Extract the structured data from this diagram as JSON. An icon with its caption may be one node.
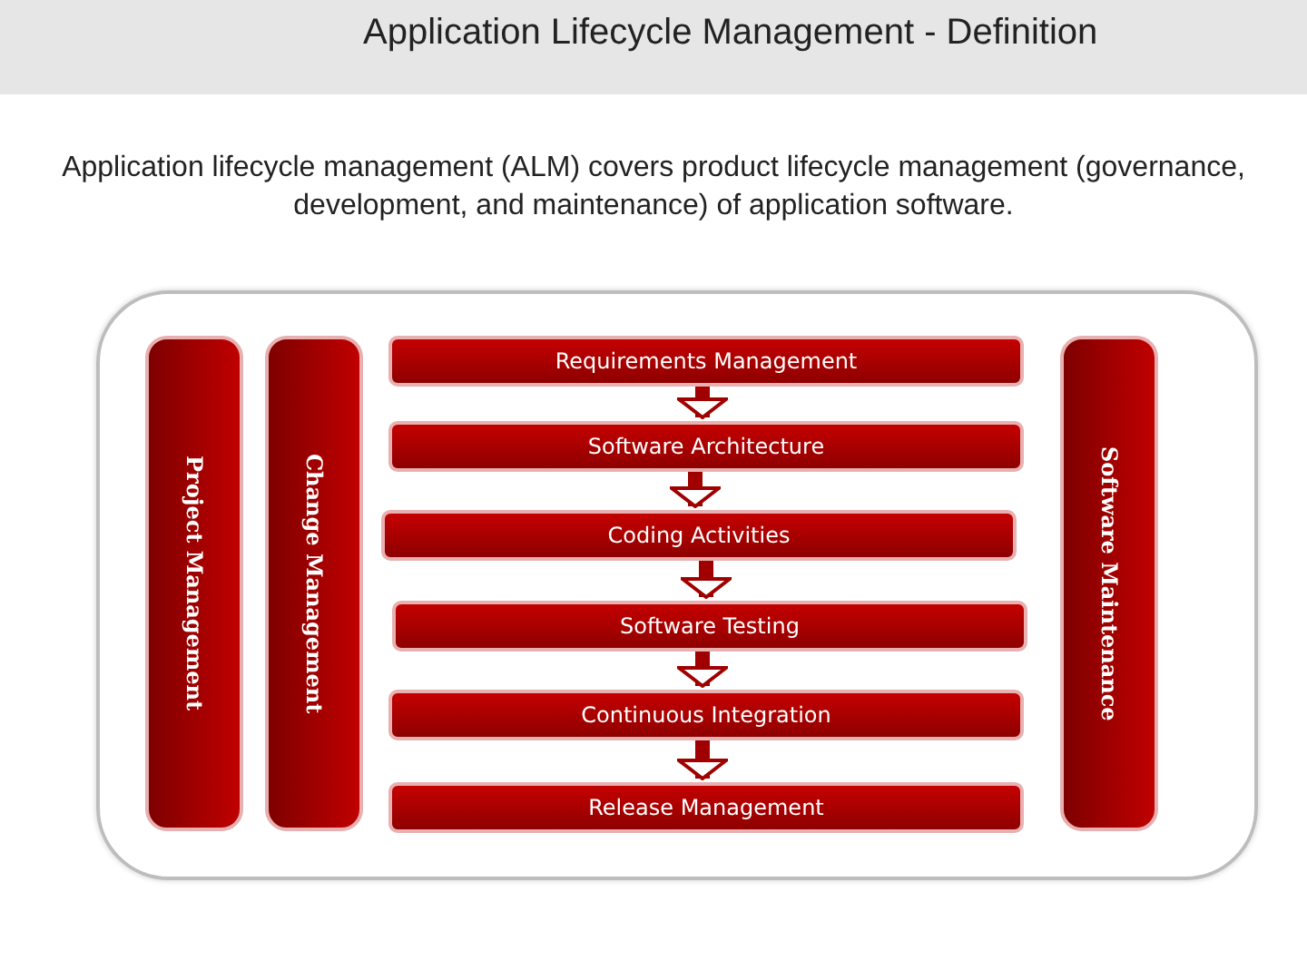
{
  "diagram": {
    "title": "Application Lifecycle Management - Definition",
    "nodes": [
      {
        "text": [],
        "shape": "box"
      },
      {
        "text": [
          "Project Management"
        ],
        "in": 0
      },
      {
        "text": [
          "Change Management"
        ],
        "in": 0
      },
      {
        "text": [
          "Requirements Management"
        ],
        "in": 0
      },
      {
        "text": [
          "Software Architecture"
        ],
        "in": 0
      },
      {
        "text": [
          "Coding Activities"
        ],
        "in": 0
      },
      {
        "text": [
          "Software Testing"
        ],
        "in": 0
      },
      {
        "text": [
          "Continuous Integration"
        ],
        "in": 0
      },
      {
        "text": [
          "Release Management"
        ],
        "in": 0
      },
      {
        "text": [
          "Software Maintenance"
        ],
        "in": 0
      }
    ],
    "edges": [
      {
        "from": 3,
        "to": 4,
        "arrow": "to"
      },
      {
        "from": 4,
        "to": 5,
        "arrow": "to"
      },
      {
        "from": 5,
        "to": 6,
        "arrow": "to"
      },
      {
        "from": 6,
        "to": 7,
        "arrow": "to"
      },
      {
        "from": 7,
        "to": 8,
        "arrow": "to"
      }
    ],
    "labels": [
      "Application lifecycle management (ALM) covers product lifecycle management (governance, development, and maintenance) of application software."
    ]
  }
}
